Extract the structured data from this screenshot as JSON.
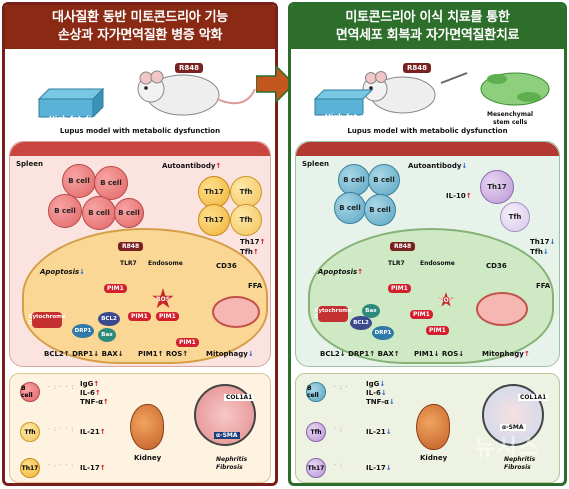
{
  "left": {
    "title_line1": "대사질환 동반 미토콘드리아 기능",
    "title_line2": "손상과 자가면역질환 병증 악화",
    "badge": "R848",
    "diet": "High-fat diet",
    "caption": "Lupus model with metabolic dysfunction",
    "spleen": "Spleen",
    "autoantibody": "Autoantibody",
    "autoantibody_arrow": "↑",
    "bcell": "B cell",
    "th17": "Th17",
    "tfh": "Tfh",
    "th17_lbl": "Th17",
    "th17_arrow": "↑",
    "tfh_lbl": "Tfh",
    "tfh_arrow": "↑",
    "cd36": "CD36",
    "ffa": "FFA",
    "tlr7": "TLR7",
    "endosome": "Endosome",
    "apoptosis": "Apoptosis",
    "apoptosis_arrow": "↓",
    "pim1": "PIM1",
    "ros": "ROS",
    "cytochrome": "Cytochrome C",
    "bcl2": "BCL2",
    "drp1": "DRP1",
    "bax": "Bax",
    "bottom_row": "BCL2↑ DRP1↓ BAX↓",
    "pim_ros": "PIM1↑ ROS↑",
    "mitophagy": "Mitophagy",
    "mitophagy_arrow": "↓",
    "k_bcell": "B cell",
    "k_tfh": "Tfh",
    "k_th17": "Th17",
    "igg": "IgG",
    "il6": "IL-6",
    "tnfa": "TNF-α",
    "il21": "IL-21",
    "il17": "IL-17",
    "kidney": "Kidney",
    "col1a1": "COL1A1",
    "asma": "α-SMA",
    "nephritis": "Nephritis",
    "fibrosis": "Fibrosis"
  },
  "right": {
    "title_line1": "미토콘드리아 이식 치료를 통한",
    "title_line2": "면역세포 회복과 자가면역질환치료",
    "badge": "R848",
    "diet": "High-fat diet",
    "msc": "Mesenchymal",
    "msc2": "stem cells",
    "caption": "Lupus model with metabolic dysfunction",
    "spleen": "Spleen",
    "autoantibody": "Autoantibody",
    "autoantibody_arrow": "↓",
    "il10": "IL-10",
    "il10_arrow": "↑",
    "bcell": "B cell",
    "th17": "Th17",
    "tfh": "Tfh",
    "th17_lbl": "Th17",
    "th17_arrow": "↓",
    "tfh_lbl": "Tfh",
    "tfh_arrow": "↓",
    "cd36": "CD36",
    "ffa": "FFA",
    "tlr7": "TLR7",
    "endosome": "Endosome",
    "apoptosis": "Apoptosis",
    "apoptosis_arrow": "↑",
    "pim1": "PIM1",
    "ros": "ROS",
    "cytochrome": "Cytochrome C",
    "bcl2": "BCL2",
    "drp1": "DRP1",
    "bax": "Bax",
    "bottom_row": "BCL2↓ DRP1↑ BAX↑",
    "pim_ros": "PIM1↓ ROS↓",
    "mitophagy": "Mitophagy",
    "mitophagy_arrow": "↑",
    "k_bcell": "B cell",
    "k_tfh": "Tfh",
    "k_th17": "Th17",
    "igg": "IgG",
    "il6": "IL-6",
    "tnfa": "TNF-α",
    "il21": "IL-21",
    "il17": "IL-17",
    "kidney": "Kidney",
    "col1a1": "COL1A1",
    "asma": "α-SMA",
    "nephritis": "Nephritis",
    "fibrosis": "Fibrosis"
  },
  "watermark": "뉴시스",
  "colors": {
    "left_border": "#7a1f1a",
    "right_border": "#2b6d2b",
    "arrow": "#c4571e",
    "up": "#d1131f",
    "down": "#1f5fc9"
  }
}
